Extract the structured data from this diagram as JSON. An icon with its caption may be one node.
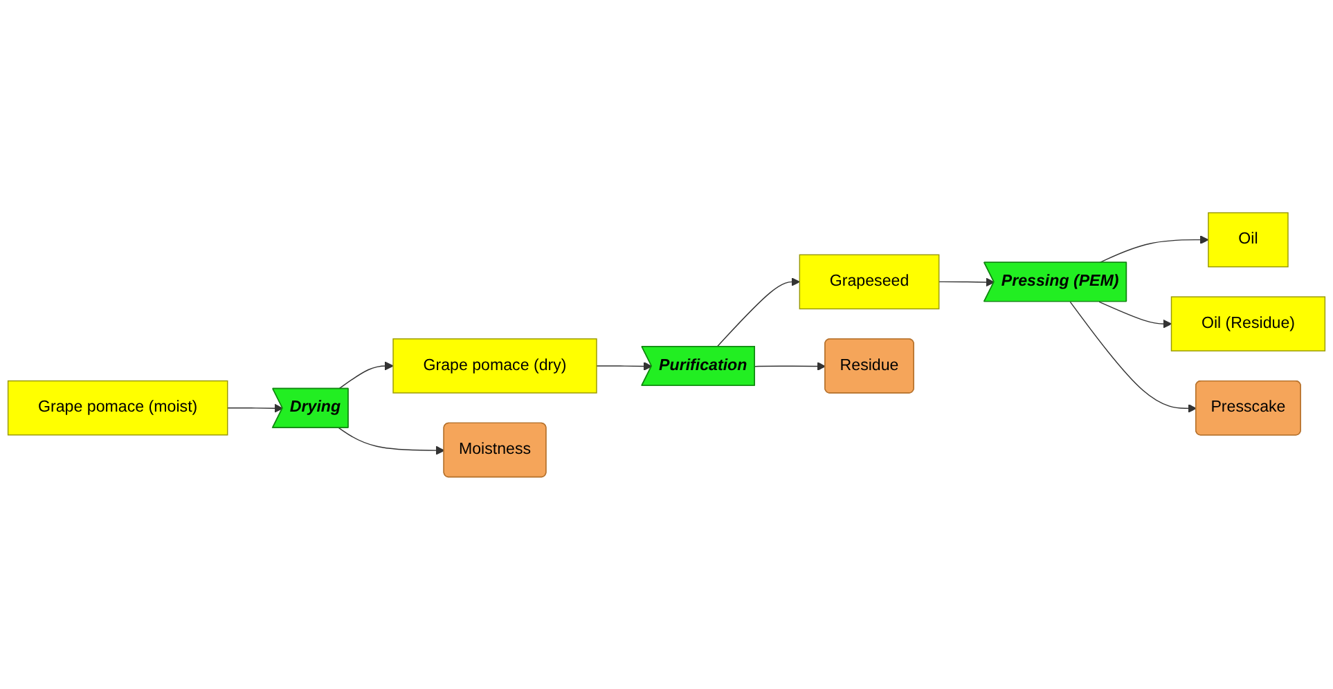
{
  "diagram": {
    "nodes": [
      {
        "text": [
          "Grape pomace (moist)"
        ]
      },
      {
        "text": [
          "Drying"
        ]
      },
      {
        "text": [
          "Grape pomace (dry)"
        ]
      },
      {
        "text": [
          "Moistness"
        ]
      },
      {
        "text": [
          "Purification"
        ]
      },
      {
        "text": [
          "Grapeseed"
        ]
      },
      {
        "text": [
          "Residue"
        ]
      },
      {
        "text": [
          "Pressing (PEM)"
        ]
      },
      {
        "text": [
          "Oil"
        ]
      },
      {
        "text": [
          "Oil (Residue)"
        ]
      },
      {
        "text": [
          "Presscake"
        ]
      }
    ],
    "edges": [
      {
        "from": 0,
        "to": 1,
        "arrow": "to"
      },
      {
        "from": 1,
        "to": 2,
        "arrow": "to"
      },
      {
        "from": 1,
        "to": 3,
        "arrow": "to"
      },
      {
        "from": 2,
        "to": 4,
        "arrow": "to"
      },
      {
        "from": 4,
        "to": 5,
        "arrow": "to"
      },
      {
        "from": 4,
        "to": 6,
        "arrow": "to"
      },
      {
        "from": 5,
        "to": 7,
        "arrow": "to"
      },
      {
        "from": 7,
        "to": 8,
        "arrow": "to"
      },
      {
        "from": 7,
        "to": 9,
        "arrow": "to"
      },
      {
        "from": 7,
        "to": 10,
        "arrow": "to"
      }
    ]
  }
}
